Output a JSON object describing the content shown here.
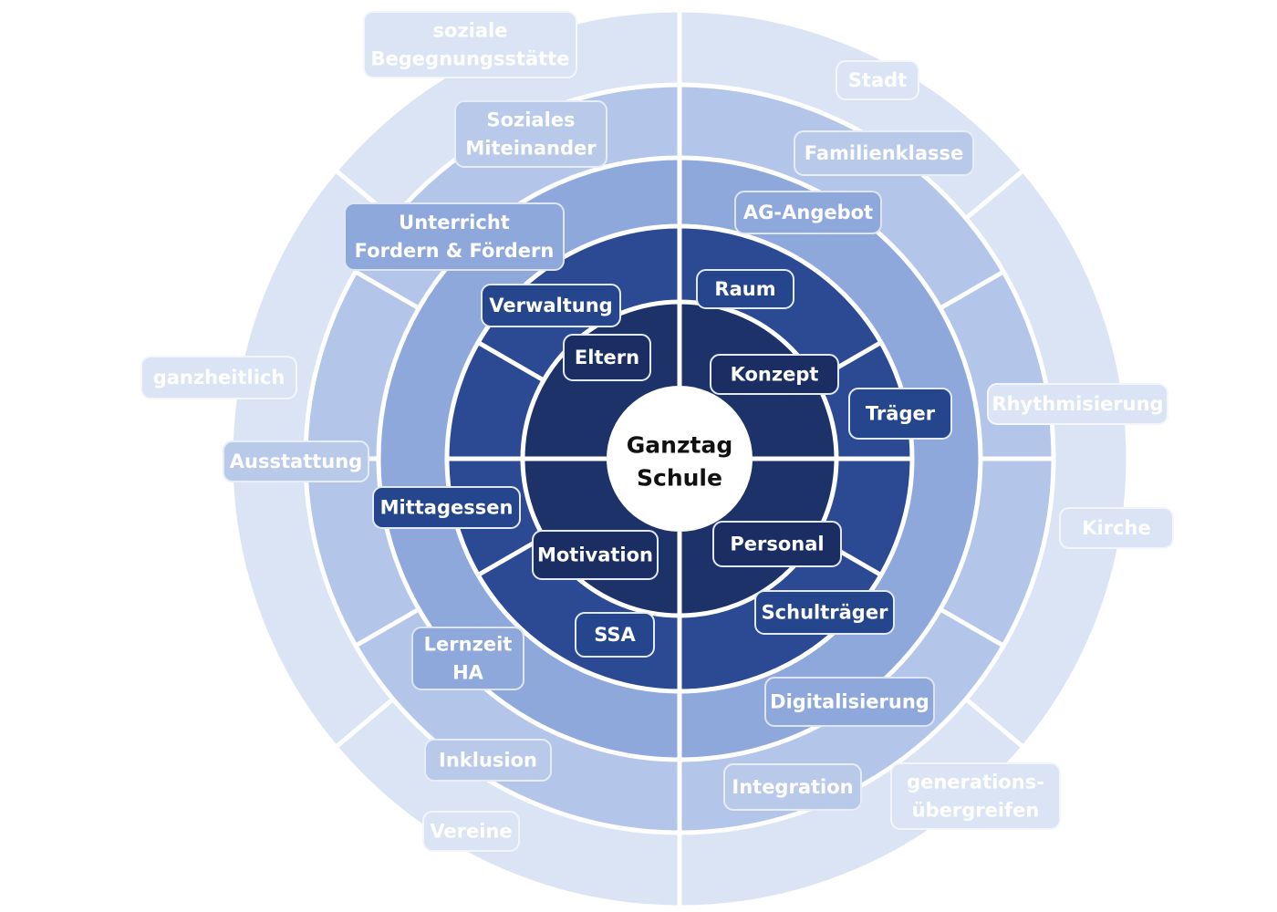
{
  "center": {
    "line1": "Ganztag",
    "line2": "Schule"
  },
  "colors": {
    "ring0": "#dbe4f5",
    "ring1": "#b3c5e8",
    "ring2": "#8fa8dc",
    "ring3": "#2b4a93",
    "ring4": "#1c3269",
    "divider": "#ffffff"
  },
  "labels": [
    {
      "id": "soziale-begegnungsstaette",
      "ring": 0,
      "lines": [
        "soziale",
        "Begegnungsstätte"
      ]
    },
    {
      "id": "stadt",
      "ring": 0,
      "lines": [
        "Stadt"
      ]
    },
    {
      "id": "ganzheitlich",
      "ring": 0,
      "lines": [
        "ganzheitlich"
      ]
    },
    {
      "id": "rhythmisierung",
      "ring": 0,
      "lines": [
        "Rhythmisierung"
      ]
    },
    {
      "id": "kirche",
      "ring": 0,
      "lines": [
        "Kirche"
      ]
    },
    {
      "id": "vereine",
      "ring": 0,
      "lines": [
        "Vereine"
      ]
    },
    {
      "id": "generationsuebergreifen",
      "ring": 0,
      "lines": [
        "generations-",
        "übergreifen"
      ]
    },
    {
      "id": "soziales-miteinander",
      "ring": 1,
      "lines": [
        "Soziales",
        "Miteinander"
      ]
    },
    {
      "id": "familienklasse",
      "ring": 1,
      "lines": [
        "Familienklasse"
      ]
    },
    {
      "id": "ausstattung",
      "ring": 1,
      "lines": [
        "Ausstattung"
      ]
    },
    {
      "id": "inklusion",
      "ring": 1,
      "lines": [
        "Inklusion"
      ]
    },
    {
      "id": "integration",
      "ring": 1,
      "lines": [
        "Integration"
      ]
    },
    {
      "id": "unterricht",
      "ring": 2,
      "lines": [
        "Unterricht",
        "Fordern & Fördern"
      ]
    },
    {
      "id": "ag-angebot",
      "ring": 2,
      "lines": [
        "AG-Angebot"
      ]
    },
    {
      "id": "lernzeit-ha",
      "ring": 2,
      "lines": [
        "Lernzeit",
        "HA"
      ]
    },
    {
      "id": "digitalisierung",
      "ring": 2,
      "lines": [
        "Digitalisierung"
      ]
    },
    {
      "id": "verwaltung",
      "ring": 3,
      "lines": [
        "Verwaltung"
      ]
    },
    {
      "id": "raum",
      "ring": 3,
      "lines": [
        "Raum"
      ]
    },
    {
      "id": "traeger",
      "ring": 3,
      "lines": [
        "Träger"
      ]
    },
    {
      "id": "mittagessen",
      "ring": 3,
      "lines": [
        "Mittagessen"
      ]
    },
    {
      "id": "schultraeger",
      "ring": 3,
      "lines": [
        "Schulträger"
      ]
    },
    {
      "id": "ssa",
      "ring": 3,
      "lines": [
        "SSA"
      ]
    },
    {
      "id": "eltern",
      "ring": 4,
      "lines": [
        "Eltern"
      ]
    },
    {
      "id": "konzept",
      "ring": 4,
      "lines": [
        "Konzept"
      ]
    },
    {
      "id": "motivation",
      "ring": 4,
      "lines": [
        "Motivation"
      ]
    },
    {
      "id": "personal",
      "ring": 4,
      "lines": [
        "Personal"
      ]
    }
  ]
}
